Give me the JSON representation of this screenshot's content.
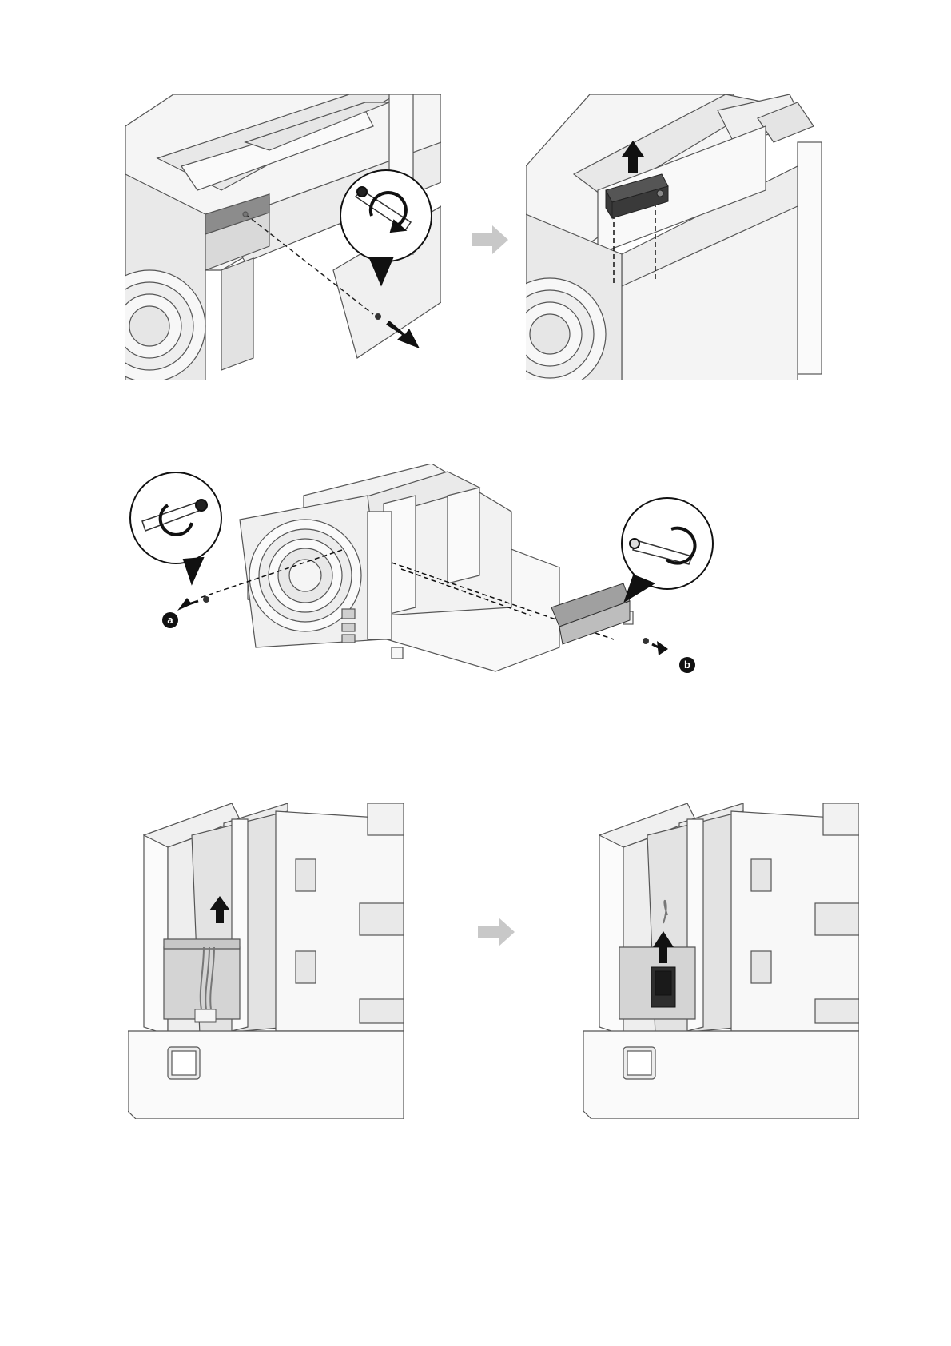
{
  "page": {
    "title": "",
    "steps": [
      {
        "id": "step-remove-bracket-screw",
        "callouts": []
      },
      {
        "id": "step-remove-side-screws",
        "callouts": [
          "a",
          "b"
        ]
      },
      {
        "id": "step-disconnect-fan-cable",
        "callouts": []
      }
    ],
    "colors": {
      "line": "#555555",
      "light_fill": "#f2f2f2",
      "mid_fill": "#d9d9d9",
      "dark_part": "#3a3a3a",
      "gray_arrow": "#c8c8c8",
      "black": "#111111"
    },
    "icons": [
      "screwdriver-icon",
      "rotate-ccw-icon",
      "arrow-right-icon",
      "arrow-up-icon",
      "screw-icon"
    ]
  },
  "callouts": {
    "a": "a",
    "b": "b"
  }
}
